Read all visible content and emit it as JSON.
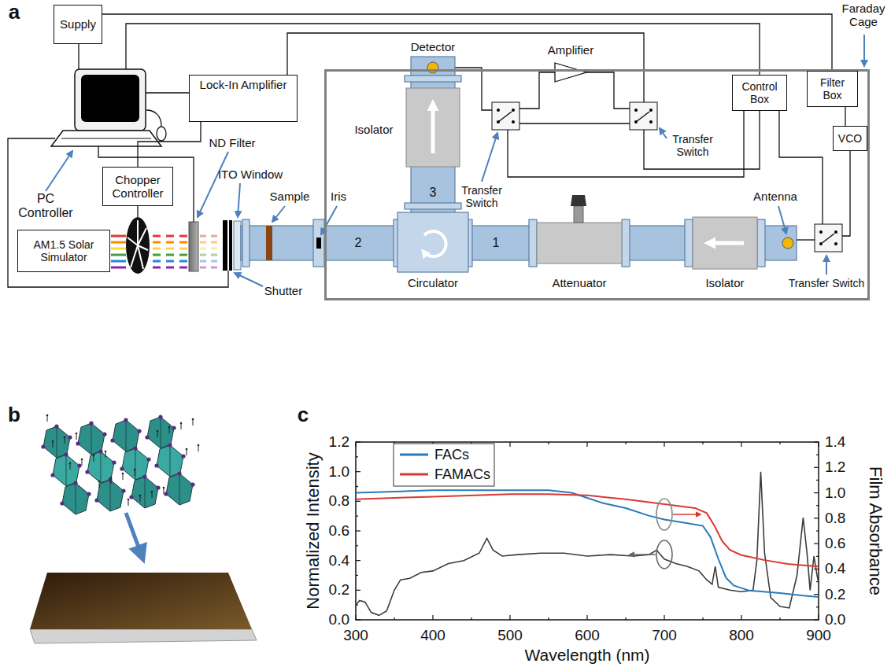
{
  "diagram": {
    "nodes": [
      {
        "text": [
          "Supply"
        ]
      },
      {
        "text": [
          "Lock-In Amplifier"
        ]
      },
      {
        "text": [
          "Faraday Cage"
        ]
      },
      {
        "text": [
          "Control Box"
        ],
        "in": 2
      },
      {
        "text": [
          "Filter Box"
        ],
        "in": 2
      },
      {
        "text": [
          "VCO"
        ],
        "in": 2
      },
      {
        "text": [
          "Chopper Controller"
        ]
      },
      {
        "text": [
          "AM1.5 Solar Simulator"
        ]
      }
    ],
    "edges": [
      {
        "from": 0,
        "to": 4,
        "arrow": "none"
      },
      {
        "from": 4,
        "to": 5,
        "arrow": "none"
      },
      {
        "from": 1,
        "to": 6,
        "arrow": "none"
      }
    ],
    "labels": [
      "a",
      "PC Controller",
      "ND Filter",
      "ITO Window",
      "Sample",
      "Shutter",
      "Iris",
      "2",
      "Circulator",
      "1",
      "Attenuator",
      "Isolator",
      "Antenna",
      "Transfer Switch",
      "Detector",
      "Isolator",
      "3",
      "Transfer Switch",
      "Amplifier",
      "Transfer Switch",
      "b",
      "c",
      "Normalized Intensity",
      "Film Absorbance",
      "Wavelength (nm)",
      "0.0",
      "0.2",
      "0.4",
      "0.6",
      "0.8",
      "1.0",
      "1.2",
      "0.0",
      "0.2",
      "0.4",
      "0.6",
      "0.8",
      "1.0",
      "1.2",
      "1.4",
      "300",
      "400",
      "500",
      "600",
      "700",
      "800",
      "900"
    ],
    "legend": [
      {
        "text": "FACs",
        "color": "#2a7ab9"
      },
      {
        "text": "FAMACs",
        "color": "#d93a32"
      }
    ]
  }
}
